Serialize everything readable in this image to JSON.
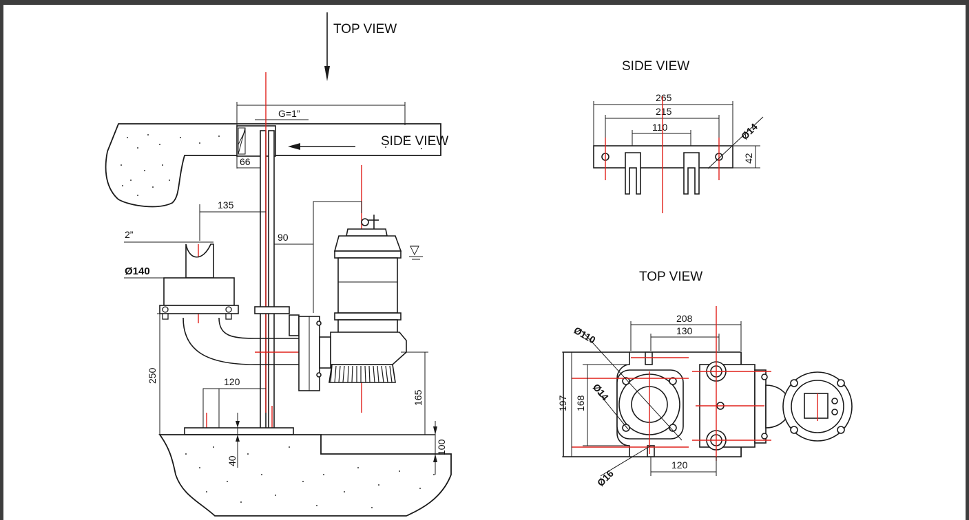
{
  "colors": {
    "frame": "#3d3d3d",
    "line": "#1a1a1a",
    "centerline": "#e0201a",
    "background": "#ffffff"
  },
  "main_drawing": {
    "top_view_label": "TOP VIEW",
    "side_view_label": "SIDE VIEW",
    "dimensions": {
      "thread": "G=1”",
      "d66": "66",
      "d135": "135",
      "d90": "90",
      "pipe": "2”",
      "flange": "Ø140",
      "d250": "250",
      "d120": "120",
      "d165": "165",
      "d40": "40",
      "d100": "100"
    },
    "water_level_symbol": "▽"
  },
  "side_view_detail": {
    "title": "SIDE VIEW",
    "dimensions": {
      "d265": "265",
      "d215": "215",
      "d110": "110",
      "hole": "Ø14",
      "d42": "42"
    }
  },
  "top_view_detail": {
    "title": "TOP VIEW",
    "dimensions": {
      "d208": "208",
      "d130": "130",
      "d110": "Ø110",
      "d197": "197",
      "d168": "168",
      "hole": "Ø14",
      "d16": "Ø16",
      "d120": "120"
    }
  }
}
